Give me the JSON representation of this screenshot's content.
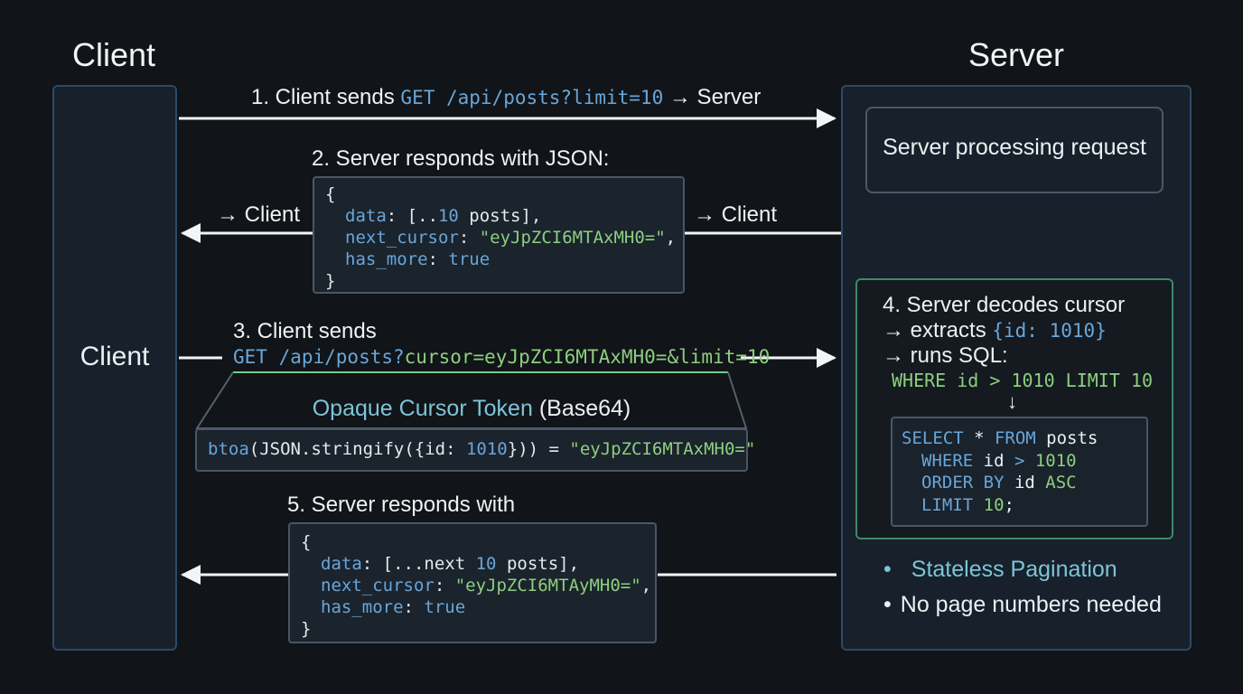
{
  "headings": {
    "client": "Client",
    "server": "Server"
  },
  "client_lane": {
    "label": "Client"
  },
  "step1": {
    "prefix": "1. Client sends ",
    "request": "GET /api/posts?limit=10",
    "suffix": " → Server"
  },
  "step2": {
    "title": "2. Server responds with JSON:",
    "open_brace": "{",
    "data_key": "data",
    "data_value_pre": ": [..",
    "data_value_num": "10",
    "data_value_post": " posts],",
    "cursor_key": "next_cursor",
    "cursor_value": "\"eyJpZCI6MTAxMH0=\"",
    "has_more_key": "has_more",
    "has_more_value": "true",
    "close_brace": "}",
    "to_client_left": "→ Client",
    "to_client_right": "→ Client"
  },
  "step3": {
    "title": "3. Client sends",
    "request_method_path": "GET /api/posts?",
    "request_query": "cursor=eyJpZCI6MTAxMH0=&limit=10"
  },
  "token": {
    "title_highlight": "Opaque Cursor Token",
    "title_rest": " (Base64)",
    "fn": "btoa",
    "expr_pre": "(JSON.stringify({id: ",
    "expr_num": "1010",
    "expr_post": "})) = ",
    "result": "\"eyJpZCI6MTAxMH0=\""
  },
  "server_processing": {
    "label": "Server processing request"
  },
  "step4": {
    "title": "4. Server decodes cursor",
    "extracts_prefix": "→ extracts ",
    "extracts_value": "{id: 1010}",
    "runs_sql": "→ runs SQL:",
    "where_clause": "WHERE id > 1010 LIMIT 10",
    "down_arrow": "↓",
    "sql": {
      "kw_select": "SELECT",
      "star": " * ",
      "kw_from": "FROM",
      "table": " posts",
      "kw_where": "WHERE",
      "col_id": " id ",
      "op_gt": ">",
      "val_1010": " 1010",
      "kw_order": "ORDER BY",
      "order_col": " id ",
      "kw_asc": "ASC",
      "kw_limit": "LIMIT",
      "val_10": " 10",
      "semicolon": ";"
    }
  },
  "step5": {
    "title": "5. Server responds with",
    "open_brace": "{",
    "data_key": "data",
    "data_value_pre": ": [...next ",
    "data_value_num": "10",
    "data_value_post": " posts],",
    "cursor_key": "next_cursor",
    "cursor_value": "\"eyJpZCI6MTAyMH0=\"",
    "has_more_key": "has_more",
    "has_more_value": "true",
    "close_brace": "}"
  },
  "bullets": [
    {
      "dot": "•",
      "text": "Stateless Pagination"
    },
    {
      "dot": "•",
      "text": "No page numbers needed"
    }
  ],
  "colors": {
    "background": "#111418",
    "keyword_blue": "#69a6d8",
    "string_green": "#8ccf7e",
    "accent_teal": "#7cc4d8",
    "decode_border": "#3f8a66",
    "lane_border": "#2c4a68"
  }
}
